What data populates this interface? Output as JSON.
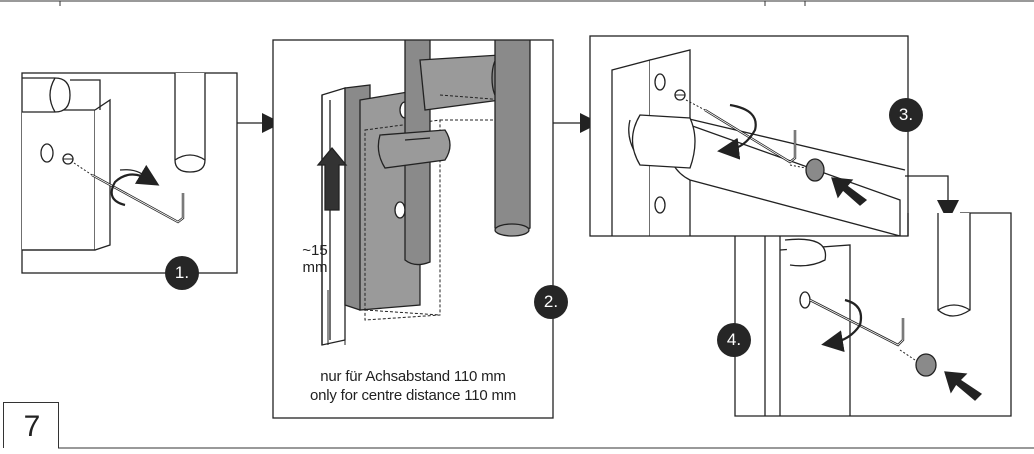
{
  "steps": {
    "step1": "1.",
    "step2": "2.",
    "step3": "3.",
    "step4": "4."
  },
  "dimension": {
    "value": "~15",
    "unit": "mm"
  },
  "note": {
    "line_de": "nur für Achsabstand 110 mm",
    "line_en": "only for centre distance 110 mm"
  },
  "page_number": "7",
  "colors": {
    "line": "#222222",
    "badge": "#262626",
    "metal_fill": "#8a8a8a",
    "bracket_fill": "#9a9a9a"
  }
}
